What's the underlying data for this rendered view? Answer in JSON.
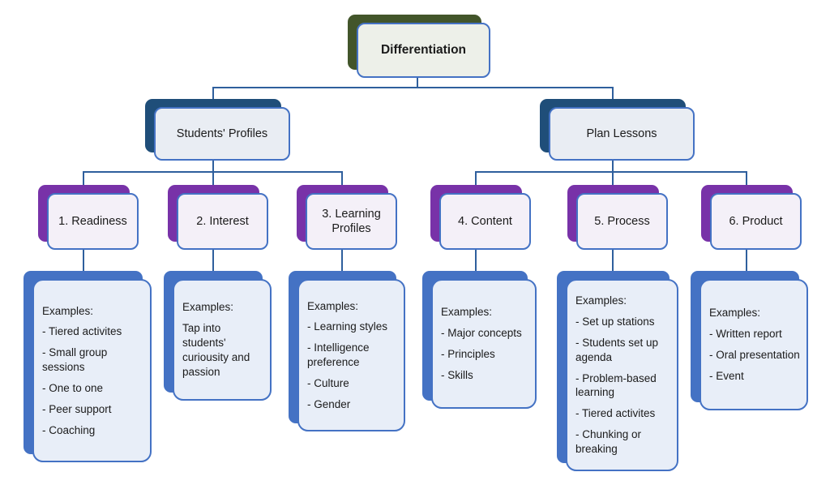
{
  "diagram": {
    "root": {
      "label": "Differentiation"
    },
    "level1": [
      {
        "label": "Students' Profiles"
      },
      {
        "label": "Plan Lessons"
      }
    ],
    "categories": [
      {
        "label": "1. Readiness",
        "examples_title": "Examples:",
        "examples": [
          "- Tiered activites",
          "- Small group sessions",
          "- One to one",
          "- Peer support",
          "- Coaching"
        ]
      },
      {
        "label": "2. Interest",
        "examples_title": "Examples:",
        "examples": [
          "Tap into students' curiousity and passion"
        ]
      },
      {
        "label": "3. Learning Profiles",
        "examples_title": "Examples:",
        "examples": [
          "- Learning styles",
          "- Intelligence preference",
          "- Culture",
          "- Gender"
        ]
      },
      {
        "label": "4. Content",
        "examples_title": "Examples:",
        "examples": [
          "- Major concepts",
          "- Principles",
          "- Skills"
        ]
      },
      {
        "label": "5. Process",
        "examples_title": "Examples:",
        "examples": [
          "- Set up stations",
          "- Students set up agenda",
          "- Problem-based learning",
          "- Tiered activites",
          "- Chunking or breaking"
        ]
      },
      {
        "label": "6. Product",
        "examples_title": "Examples:",
        "examples": [
          "- Written report",
          "- Oral presentation",
          "- Event"
        ]
      }
    ],
    "colors": {
      "root_shadow": "#42552a",
      "level1_shadow": "#1f4e79",
      "category_shadow": "#7832a8",
      "examples_shadow": "#4472c4",
      "border": "#4472c4",
      "connector": "#2f5f9d"
    }
  }
}
